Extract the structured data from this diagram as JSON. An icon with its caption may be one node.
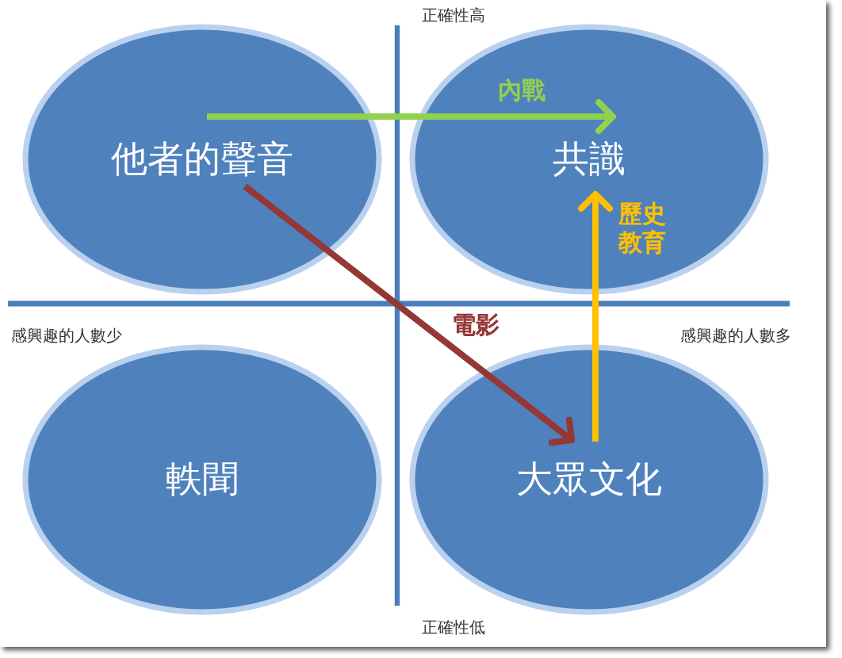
{
  "diagram": {
    "nodes": [
      {
        "text": [
          "他者的聲音"
        ]
      },
      {
        "text": [
          "共識"
        ]
      },
      {
        "text": [
          "軼聞"
        ]
      },
      {
        "text": [
          "大眾文化"
        ]
      }
    ],
    "edges": [
      {
        "from": 0,
        "to": 1,
        "arrow": "to",
        "label": "內戰",
        "color": "#92d050"
      },
      {
        "from": 0,
        "to": 3,
        "arrow": "to",
        "label": "電影",
        "color": "#953735"
      },
      {
        "from": 3,
        "to": 1,
        "arrow": "to",
        "label": "歷史教育",
        "color": "#ffc000"
      }
    ],
    "labels": [
      "正確性高",
      "感興趣的人數少",
      "感興趣的人數多",
      "正確性低"
    ]
  }
}
